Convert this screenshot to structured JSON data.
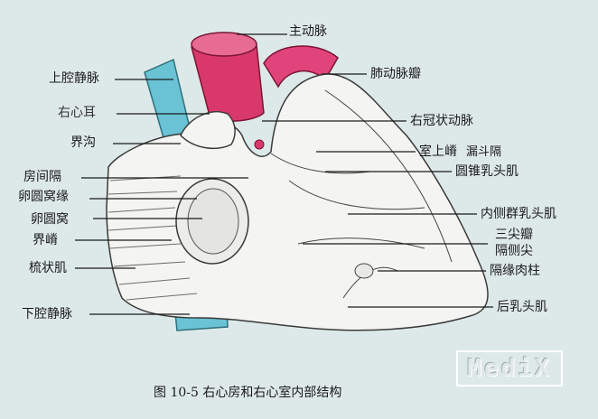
{
  "labels": {
    "aorta": "主动脉",
    "svc": "上腔静脉",
    "pulm_valve": "肺动脉瓣",
    "right_auricle": "右心耳",
    "rca": "右冠状动脉",
    "sulcus_terminalis": "界沟",
    "supraventricular_crest": "室上嵴",
    "infundibular_septum": "漏斗隔",
    "interatrial_septum": "房间隔",
    "conus_papillary": "圆锥乳头肌",
    "limbus_fossae_ovalis": "卵圆窝缘",
    "fossa_ovalis": "卵圆窝",
    "medial_papillary": "内侧群乳头肌",
    "crista_terminalis": "界嵴",
    "tricuspid_valve": "三尖瓣",
    "septal_cusp": "隔侧尖",
    "pectinate_muscles": "梳状肌",
    "septomarginal_trabecula": "隔缘肉柱",
    "ivc": "下腔静脉",
    "posterior_papillary": "后乳头肌"
  },
  "caption": "图 10-5  右心房和右心室内部结构",
  "watermark": "MediX",
  "colors": {
    "background": "#dde9e8",
    "aorta": "#d9396a",
    "vena_cava": "#69c3d4",
    "tissue": "#f4f4f2",
    "outline": "#3a3a3a"
  }
}
